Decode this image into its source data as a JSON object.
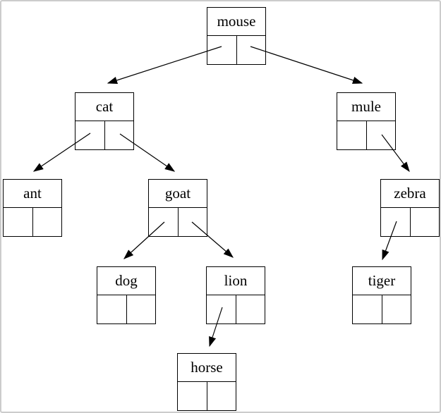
{
  "diagram": {
    "type": "binary-tree",
    "nodes": [
      {
        "label": "mouse",
        "parent": null,
        "side": "root"
      },
      {
        "label": "cat",
        "parent": "mouse",
        "side": "left"
      },
      {
        "label": "mule",
        "parent": "mouse",
        "side": "right"
      },
      {
        "label": "ant",
        "parent": "cat",
        "side": "left"
      },
      {
        "label": "goat",
        "parent": "cat",
        "side": "right"
      },
      {
        "label": "zebra",
        "parent": "mule",
        "side": "right"
      },
      {
        "label": "dog",
        "parent": "goat",
        "side": "left"
      },
      {
        "label": "lion",
        "parent": "goat",
        "side": "right"
      },
      {
        "label": "tiger",
        "parent": "zebra",
        "side": "left"
      },
      {
        "label": "horse",
        "parent": "lion",
        "side": "left"
      }
    ],
    "edges": [
      {
        "from": "mouse",
        "from_cell": "left",
        "to": "cat"
      },
      {
        "from": "mouse",
        "from_cell": "right",
        "to": "mule"
      },
      {
        "from": "cat",
        "from_cell": "left",
        "to": "ant"
      },
      {
        "from": "cat",
        "from_cell": "right",
        "to": "goat"
      },
      {
        "from": "mule",
        "from_cell": "right",
        "to": "zebra"
      },
      {
        "from": "goat",
        "from_cell": "left",
        "to": "dog"
      },
      {
        "from": "goat",
        "from_cell": "right",
        "to": "lion"
      },
      {
        "from": "zebra",
        "from_cell": "left",
        "to": "tiger"
      },
      {
        "from": "lion",
        "from_cell": "left",
        "to": "horse"
      }
    ],
    "colors": {
      "stroke": "#000000",
      "background": "#ffffff",
      "frame": "#cccccc"
    }
  }
}
